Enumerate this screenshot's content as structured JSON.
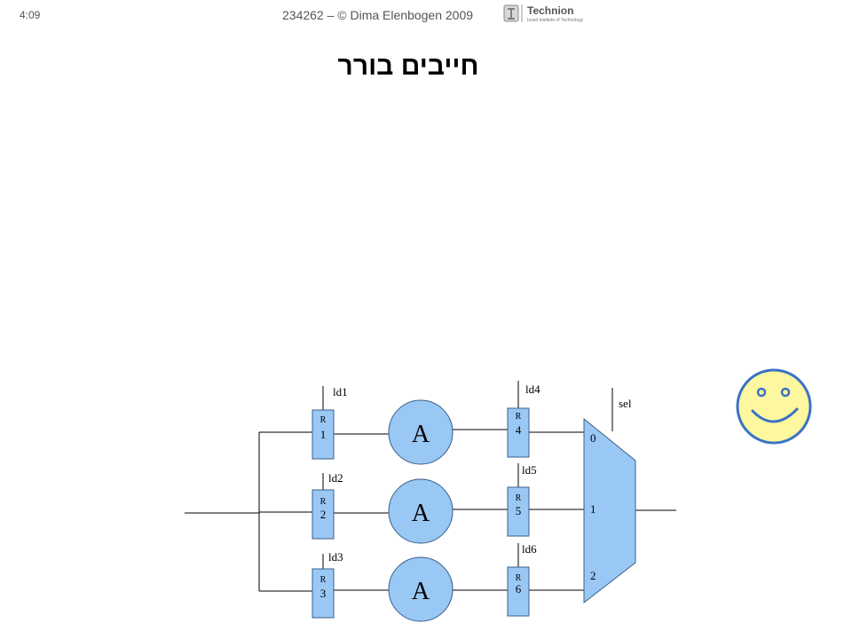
{
  "slide": {
    "time": "4:09",
    "header": "234262 – © Dima Elenbogen 2009",
    "logo_text": "Technion",
    "logo_subtext": "Israel Institute of Technology",
    "title": "חייבים בורר"
  },
  "diagram": {
    "registers": [
      {
        "prefix": "R",
        "num": "1",
        "load": "ld1"
      },
      {
        "prefix": "R",
        "num": "2",
        "load": "ld2"
      },
      {
        "prefix": "R",
        "num": "3",
        "load": "ld3"
      },
      {
        "prefix": "R",
        "num": "4",
        "load": "ld4"
      },
      {
        "prefix": "R",
        "num": "5",
        "load": "ld5"
      },
      {
        "prefix": "R",
        "num": "6",
        "load": "ld6"
      }
    ],
    "units": [
      "A",
      "A",
      "A"
    ],
    "mux": {
      "select": "sel",
      "inputs": [
        "0",
        "1",
        "2"
      ]
    }
  },
  "colors": {
    "block_fill": "#99c8f5",
    "block_stroke": "#3a5f8a",
    "smiley_fill": "#fdf7a0",
    "smiley_stroke": "#3b72c4"
  },
  "icons": {
    "smiley": "smiley-face-icon",
    "logo": "technion-logo-icon"
  }
}
